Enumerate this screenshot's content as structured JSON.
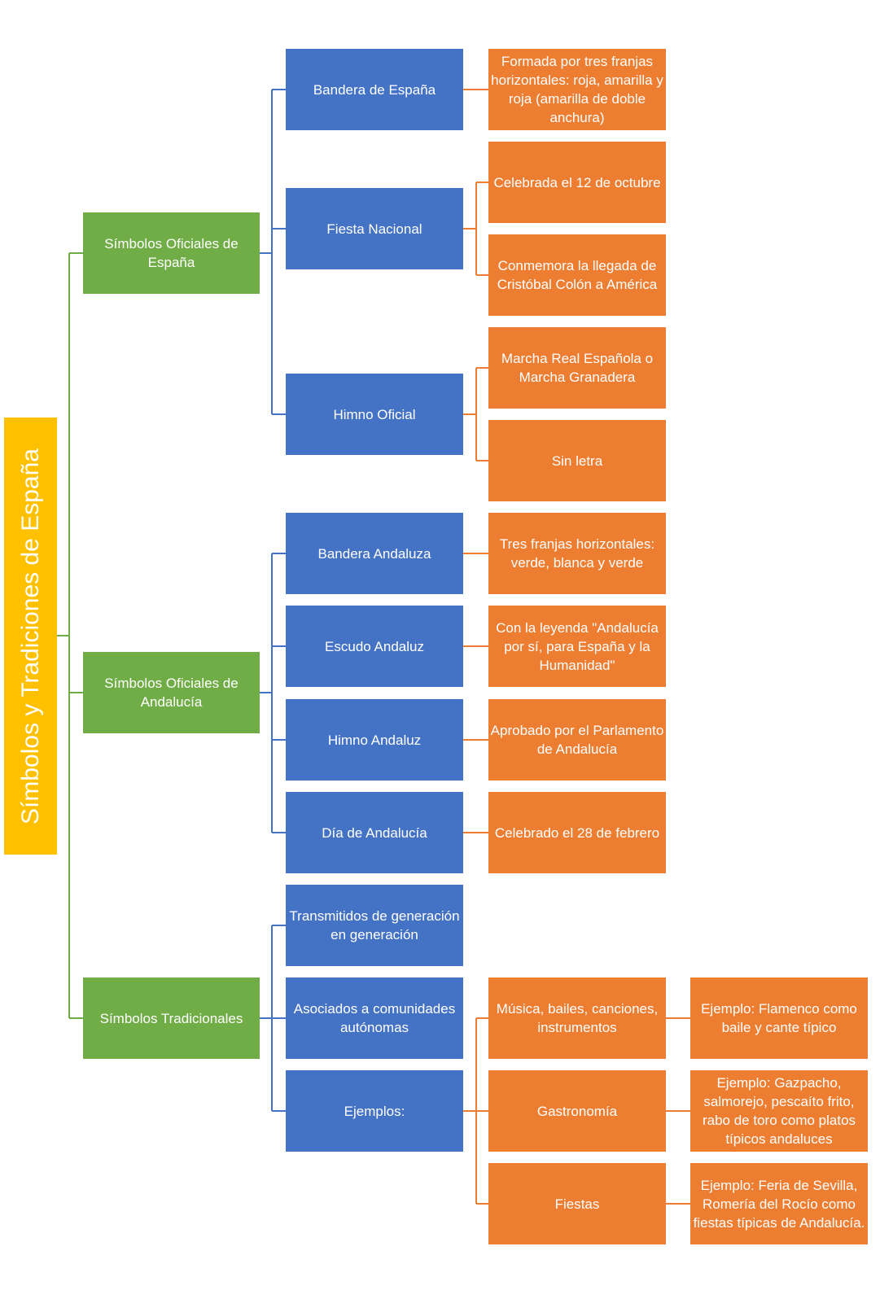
{
  "diagram": {
    "root": {
      "label": "Símbolos y Tradiciones de España"
    },
    "branches": [
      {
        "label": "Símbolos Oficiales de España",
        "children": [
          {
            "label": "Bandera de España",
            "details": [
              "Formada por tres franjas horizontales: roja, amarilla y roja (amarilla de doble anchura)"
            ]
          },
          {
            "label": "Fiesta Nacional",
            "details": [
              "Celebrada el 12 de octubre",
              "Conmemora la llegada de Cristóbal Colón a América"
            ]
          },
          {
            "label": "Himno Oficial",
            "details": [
              "Marcha Real Española o Marcha Granadera",
              "Sin letra"
            ]
          }
        ]
      },
      {
        "label": "Símbolos Oficiales de Andalucía",
        "children": [
          {
            "label": "Bandera Andaluza",
            "details": [
              "Tres franjas horizontales: verde, blanca y verde"
            ]
          },
          {
            "label": "Escudo Andaluz",
            "details": [
              "Con la leyenda \"Andalucía por sí, para España y la Humanidad\""
            ]
          },
          {
            "label": "Himno Andaluz",
            "details": [
              "Aprobado por el Parlamento de Andalucía"
            ]
          },
          {
            "label": "Día de Andalucía",
            "details": [
              "Celebrado el 28 de febrero"
            ]
          }
        ]
      },
      {
        "label": "Símbolos Tradicionales",
        "children": [
          {
            "label": "Transmitidos de generación en generación"
          },
          {
            "label": "Asociados a comunidades autónomas"
          },
          {
            "label": "Ejemplos:",
            "details": [
              {
                "label": "Música, bailes, canciones, instrumentos",
                "example": "Ejemplo: Flamenco como baile y cante típico"
              },
              {
                "label": "Gastronomía",
                "example": "Ejemplo: Gazpacho, salmorejo, pescaíto frito, rabo de toro como platos típicos andaluces"
              },
              {
                "label": "Fiestas",
                "example": "Ejemplo: Feria de Sevilla, Romería del Rocío como fiestas típicas de Andalucía."
              }
            ]
          }
        ]
      }
    ]
  },
  "colors": {
    "root": "#ffc000",
    "branch": "#70ad47",
    "item": "#4472c4",
    "detail": "#ed7d31",
    "root_connector": "#70ad47",
    "item_connector": "#4472c4",
    "detail_connector": "#ed7d31"
  }
}
